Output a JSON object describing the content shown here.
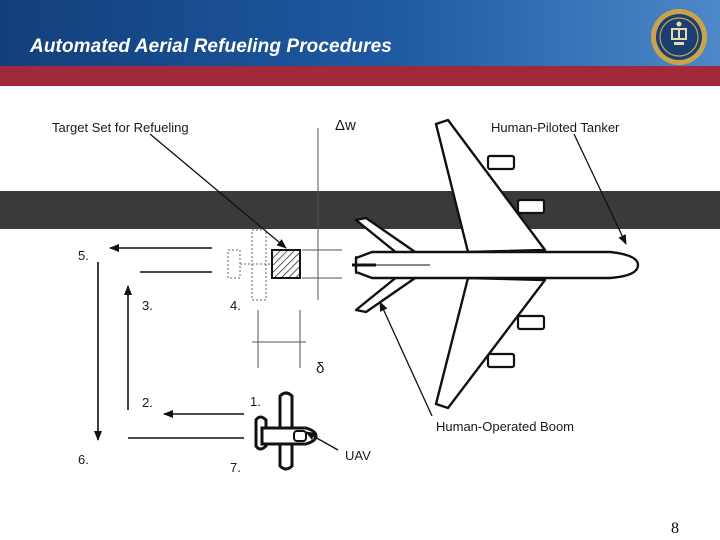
{
  "slide": {
    "title": "Automated Aerial Refueling Procedures",
    "page_number": "8"
  },
  "colors": {
    "header_blue": "#1f5aa3",
    "accent_red": "#a02a3c",
    "band_dark": "#3a3a3a",
    "seal_gold": "#c9a44a"
  },
  "diagram": {
    "labels": {
      "target_set": "Target Set for Refueling",
      "delta_w": "Δw",
      "tanker": "Human-Piloted Tanker",
      "boom": "Human-Operated Boom",
      "delta": "δ",
      "uav": "UAV",
      "step1": "1.",
      "step2": "2.",
      "step3": "3.",
      "step4": "4.",
      "step5": "5.",
      "step6": "6.",
      "step7": "7."
    }
  }
}
